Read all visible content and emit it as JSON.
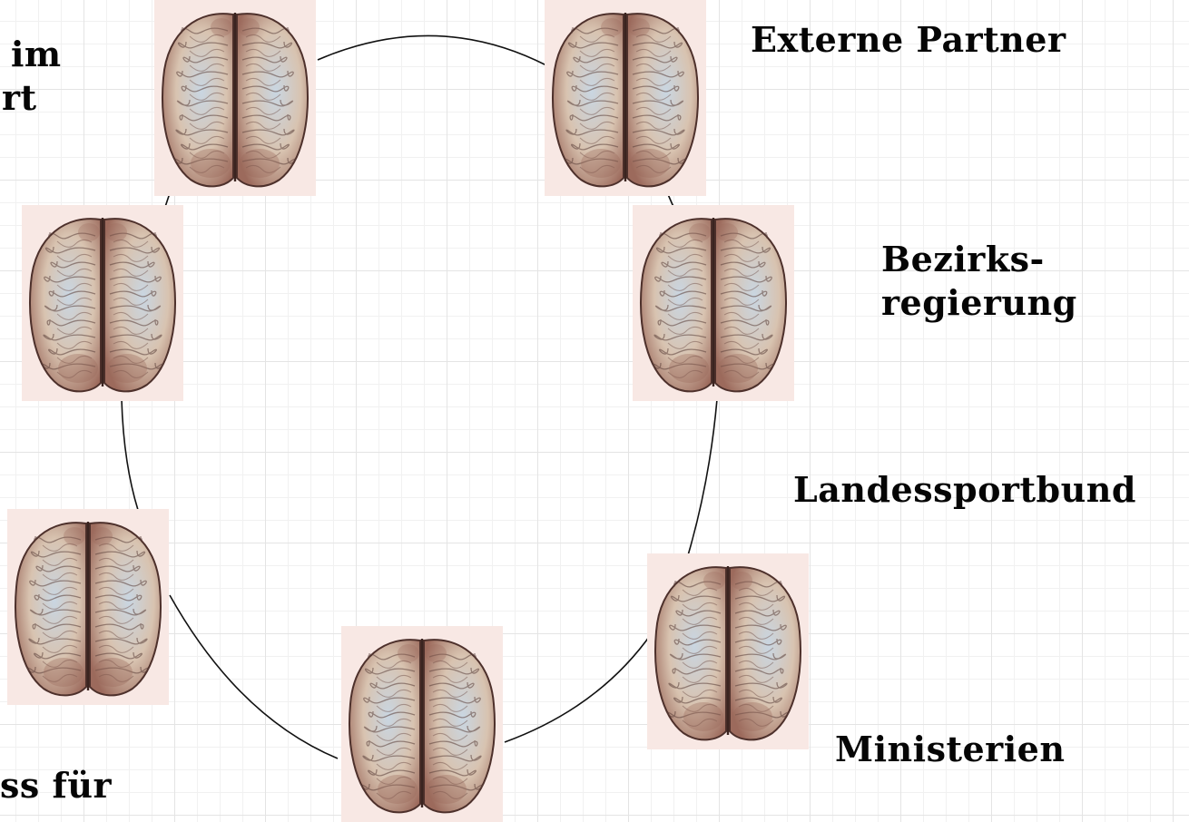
{
  "labels": {
    "top_left_partial": [
      "im",
      "rt"
    ],
    "externe_partner": "Externe Partner",
    "bezirks": [
      "Bezirks-",
      "regierung"
    ],
    "landessportbund": "Landessportbund",
    "ministerien": "Ministerien",
    "bottom_left_partial": "ss für"
  },
  "colors": {
    "ring_line": "#111111",
    "label_text": "#050505",
    "brain_background": "#f8e8e4",
    "brain_tissue": "#d8c3b0",
    "brain_lobe_tint": "#9c6a5c",
    "brain_highlight": "#c9d6e2"
  },
  "nodes": [
    {
      "name": "brain-node-top-left",
      "icon": "brain-icon"
    },
    {
      "name": "brain-node-top-right",
      "icon": "brain-icon"
    },
    {
      "name": "brain-node-mid-left",
      "icon": "brain-icon"
    },
    {
      "name": "brain-node-mid-right",
      "icon": "brain-icon"
    },
    {
      "name": "brain-node-lower-left",
      "icon": "brain-icon"
    },
    {
      "name": "brain-node-bottom",
      "icon": "brain-icon"
    },
    {
      "name": "brain-node-lower-right",
      "icon": "brain-icon"
    }
  ]
}
